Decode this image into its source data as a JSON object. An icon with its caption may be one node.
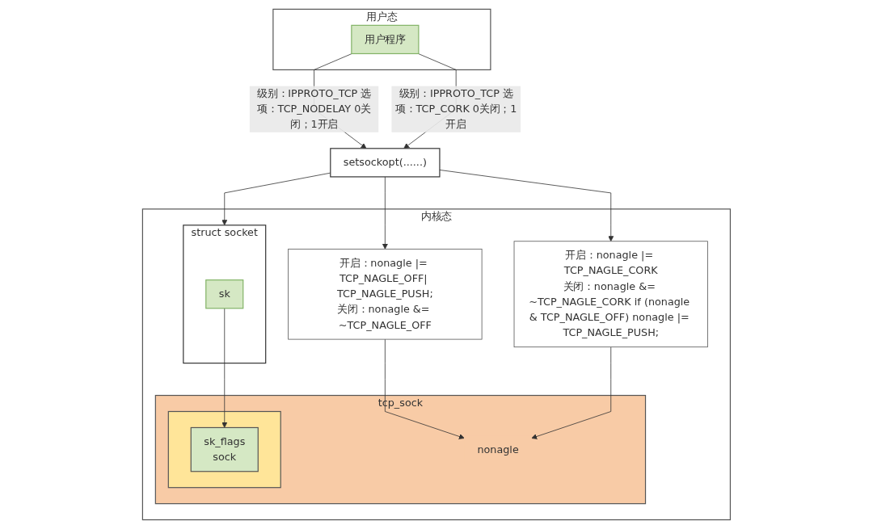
{
  "diagram": {
    "nodes": [
      {
        "text": [
          "用户态"
        ]
      },
      {
        "text": [
          "用户程序"
        ],
        "in": 0
      },
      {
        "text": [
          "setsockopt(......)"
        ]
      },
      {
        "text": [
          "内核态"
        ]
      },
      {
        "text": [
          "开启：nonagle |= TCP_NAGLE_OFF| TCP_NAGLE_PUSH;",
          "关闭：nonagle &= ~TCP_NAGLE_OFF"
        ],
        "in": 3
      },
      {
        "text": [
          "struct socket"
        ],
        "in": 3
      },
      {
        "text": [
          "sk"
        ],
        "in": 5
      },
      {
        "text": [
          "tcp_sock"
        ],
        "in": 3
      },
      {
        "text": [],
        "shape": "box",
        "in": 7
      },
      {
        "text": [
          "sk_flags",
          "sock"
        ],
        "in": 8
      },
      {
        "text": [
          "nonagle"
        ],
        "in": 7
      },
      {
        "text": [
          "开启：nonagle |= TCP_NAGLE_CORK",
          "关闭：nonagle &= ~TCP_NAGLE_CORK if (nonagle & TCP_NAGLE_OFF) nonagle |= TCP_NAGLE_PUSH;"
        ],
        "in": 3
      }
    ],
    "edges": [
      {
        "from": 1,
        "to": 2,
        "arrow": "to",
        "label": "级别：IPPROTO_TCP 选项：TCP_NODELAY 0关闭；1开启"
      },
      {
        "from": 1,
        "to": 2,
        "arrow": "to",
        "label": "级别：IPPROTO_TCP 选项：TCP_CORK 0关闭；1开启"
      },
      {
        "from": 2,
        "to": 4,
        "arrow": "to"
      },
      {
        "from": 2,
        "to": 5,
        "arrow": "to"
      },
      {
        "from": 2,
        "to": 11,
        "arrow": "to"
      },
      {
        "from": 6,
        "to": 9,
        "arrow": "to"
      },
      {
        "from": 4,
        "to": 10,
        "arrow": "to"
      },
      {
        "from": 11,
        "to": 10,
        "arrow": "to"
      }
    ]
  }
}
